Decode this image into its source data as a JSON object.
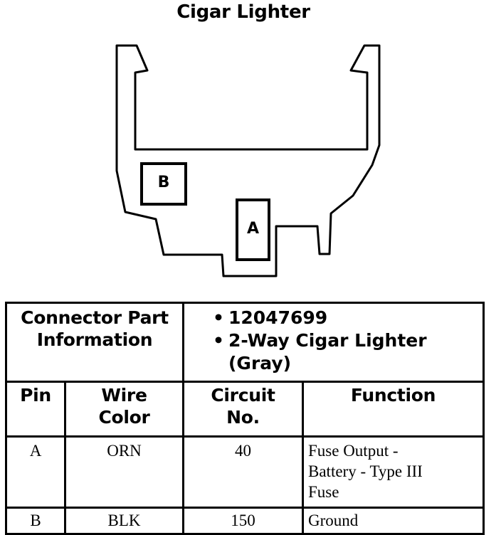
{
  "title": "Cigar Lighter",
  "diagram": {
    "pin_b_label": "B",
    "pin_a_label": "A"
  },
  "connector": {
    "info_label_line1": "Connector Part",
    "info_label_line2": "Information",
    "bullet_symbol": "•",
    "part_number": "12047699",
    "description_line1": "2-Way Cigar Lighter",
    "description_line2": "(Gray)"
  },
  "headers": {
    "pin": "Pin",
    "wire_color_line1": "Wire",
    "wire_color_line2": "Color",
    "circuit_line1": "Circuit",
    "circuit_line2": "No.",
    "function": "Function"
  },
  "rows": [
    {
      "pin": "A",
      "wire_color": "ORN",
      "circuit": "40",
      "function_line1": "Fuse Output -",
      "function_line2": "Battery - Type III",
      "function_line3": "Fuse"
    },
    {
      "pin": "B",
      "wire_color": "BLK",
      "circuit": "150",
      "function_line1": "Ground"
    }
  ]
}
